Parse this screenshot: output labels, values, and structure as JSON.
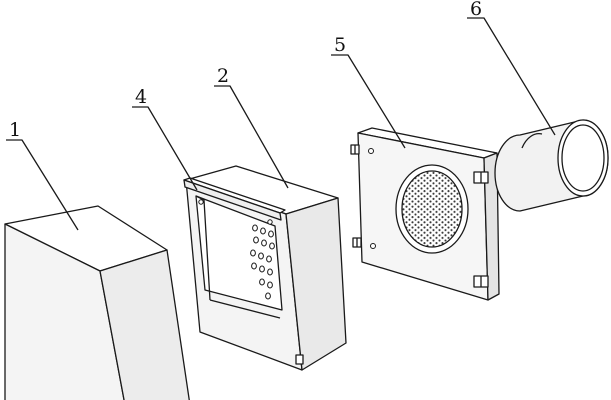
{
  "diagram": {
    "labels": [
      {
        "id": "1",
        "text": "1"
      },
      {
        "id": "2",
        "text": "2"
      },
      {
        "id": "4",
        "text": "4"
      },
      {
        "id": "5",
        "text": "5"
      },
      {
        "id": "6",
        "text": "6"
      }
    ],
    "parts": [
      "outer-box",
      "frame-housing",
      "mounting-rail",
      "fan-plate",
      "fan-grille",
      "duct-ring"
    ]
  },
  "colors": {
    "line": "#1a1a1a",
    "face_light": "#ffffff",
    "face_mid": "#f4f4f4",
    "face_dark": "#e6e6e6",
    "mesh": "#3a3a3a"
  }
}
